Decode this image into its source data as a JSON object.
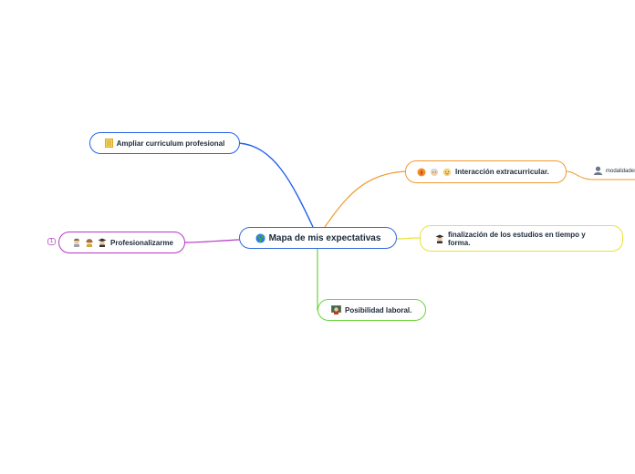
{
  "central": {
    "label": "Mapa de mis expectativas",
    "icon": "globe-icon"
  },
  "topics": {
    "ampliar": {
      "label": "Ampliar curriculum profesional",
      "icon": "notepad-icon",
      "color": "#2563eb"
    },
    "profesionalizarme": {
      "label": "Profesionalizarme",
      "icons": [
        "person-icon",
        "woman-icon",
        "graduate-icon"
      ],
      "color": "#b537c7",
      "collapsed_count": "1"
    },
    "interaccion": {
      "label": "Interacción extracurricular.",
      "icons": [
        "fire-icon",
        "elder-icon",
        "face-icon"
      ],
      "color": "#f29a2e"
    },
    "finalizacion": {
      "line1": "finalización de los estudios en tiempo y",
      "line2": "forma.",
      "icon": "graduate-icon",
      "color": "#e8e23a"
    },
    "posibilidad": {
      "label": "Posibilidad laboral.",
      "icon": "teacher-icon",
      "color": "#6ad43a"
    }
  },
  "subtopics": {
    "modalidades": {
      "label": "modalidades",
      "icon": "user-icon",
      "color": "#f29a2e"
    }
  }
}
